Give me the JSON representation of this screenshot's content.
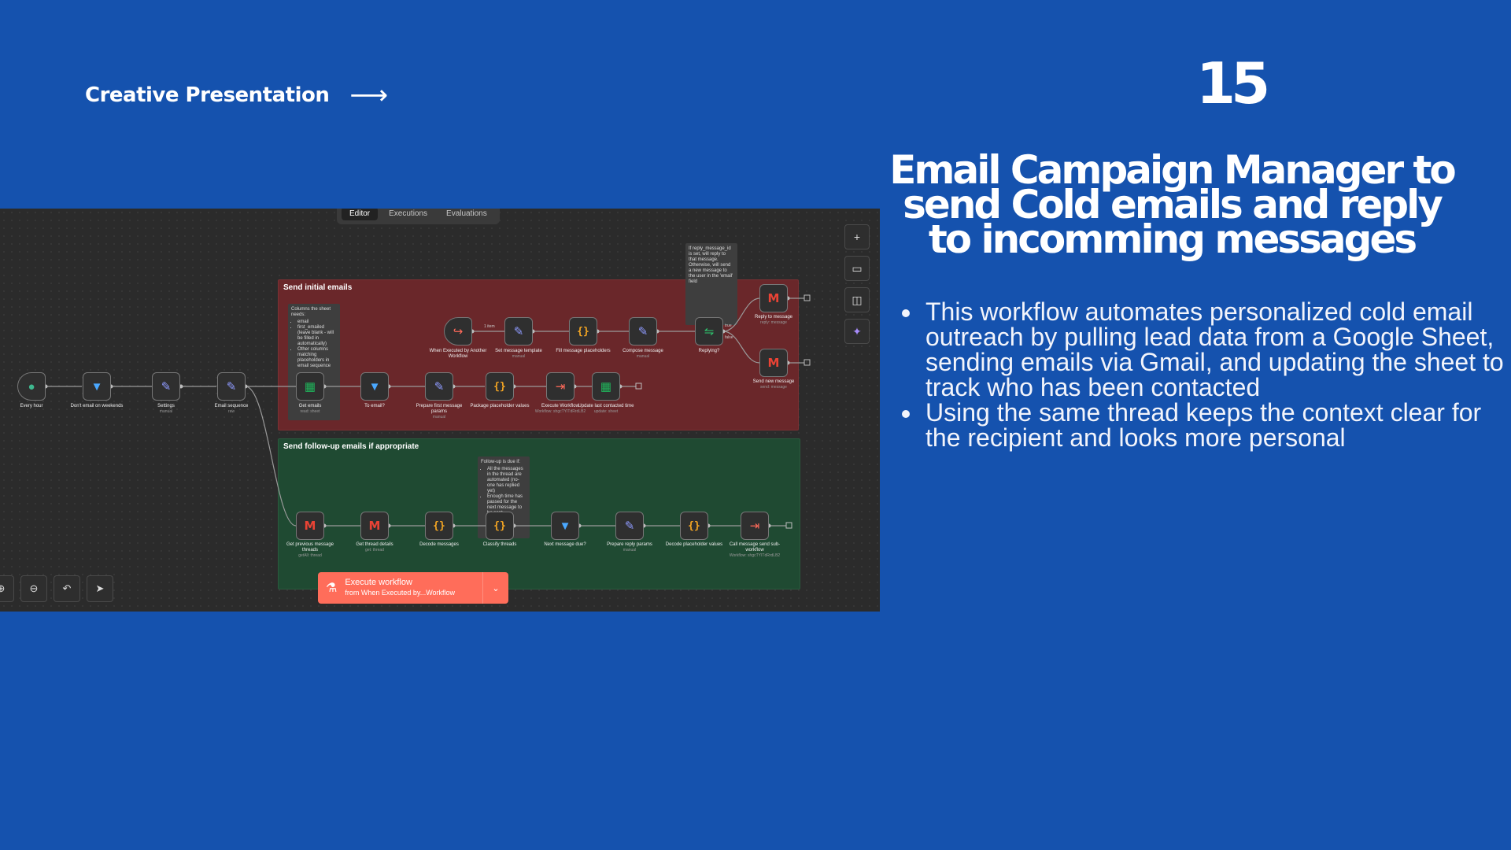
{
  "header": {
    "link_label": "Creative Presentation",
    "arrow": "⟶"
  },
  "page_number": "15",
  "title": "Email Campaign Manager to send Cold emails and reply to incomming messages",
  "bullets": [
    "This workflow automates personalized cold email outreach by pulling lead data from a Google Sheet, sending emails via Gmail, and updating the sheet to track who has been contacted",
    "Using the same thread keeps the context clear for the recipient and looks more personal"
  ],
  "editor": {
    "tabs": [
      "Editor",
      "Executions",
      "Evaluations"
    ],
    "active_tab": "Editor",
    "right_tools": [
      "plus-icon",
      "sticky-note-icon",
      "panel-icon",
      "ai-sparkle-icon"
    ],
    "bottom_tools": [
      "zoom-in-icon",
      "zoom-out-icon",
      "undo-icon",
      "cursor-icon"
    ],
    "groups": {
      "initial": "Send initial emails",
      "followup": "Send follow-up emails if appropriate"
    },
    "notes": {
      "columns": {
        "intro": "Columns the sheet needs:",
        "items": [
          "email",
          "first_emailed (leave blank - will be filled in automatically)",
          "Other columns matching placeholders in email sequence"
        ]
      },
      "reply": "If reply_message_id is set, will reply to that message. Otherwise, will send a new message to the user in the 'email' field",
      "followup": {
        "intro": "Follow-up is due if:",
        "items": [
          "All the messages in the thread are automated (no-one has replied yet)",
          "Enough time has passed for the next message to be sent"
        ]
      }
    },
    "nodes": {
      "every_hour": {
        "label": "Every hour",
        "sub": ""
      },
      "weekends": {
        "label": "Don't email on weekends",
        "sub": ""
      },
      "settings": {
        "label": "Settings",
        "sub": "manual"
      },
      "sequence": {
        "label": "Email sequence",
        "sub": "raw"
      },
      "get_emails": {
        "label": "Get emails",
        "sub": "read: sheet"
      },
      "to_email": {
        "label": "To email?",
        "sub": ""
      },
      "prepare_first": {
        "label": "Prepare first message params",
        "sub": "manual"
      },
      "package_placeholder": {
        "label": "Package placeholder values",
        "sub": ""
      },
      "execute_workflow": {
        "label": "Execute Workflow",
        "sub": "Workflow: shgcTYITdRrdLB2"
      },
      "update_contacted": {
        "label": "Update last contacted time",
        "sub": "update: sheet"
      },
      "when_executed": {
        "label": "When Executed by Another Workflow",
        "sub": ""
      },
      "set_template": {
        "label": "Set message template",
        "sub": "manual"
      },
      "fill_placeholders": {
        "label": "Fill message placeholders",
        "sub": ""
      },
      "compose": {
        "label": "Compose message",
        "sub": "manual"
      },
      "replying": {
        "label": "Replying?",
        "sub": ""
      },
      "reply_message": {
        "label": "Reply to message",
        "sub": "reply: message"
      },
      "send_new": {
        "label": "Send new message",
        "sub": "send: message"
      },
      "get_previous": {
        "label": "Get previous message threads",
        "sub": "getAll: thread"
      },
      "get_thread": {
        "label": "Get thread details",
        "sub": "get: thread"
      },
      "decode_messages": {
        "label": "Decode messages",
        "sub": ""
      },
      "classify": {
        "label": "Classify threads",
        "sub": ""
      },
      "next_due": {
        "label": "Next message due?",
        "sub": ""
      },
      "prepare_reply": {
        "label": "Prepare reply params",
        "sub": "manual"
      },
      "decode_placeholder": {
        "label": "Decode placeholder values",
        "sub": ""
      },
      "call_send": {
        "label": "Call message send sub-workflow",
        "sub": "Workflow: shgcTYITdRrdLB2"
      }
    },
    "wire_labels": {
      "item": "1 item",
      "true": "true",
      "false": "false"
    },
    "execute_button": {
      "label": "Execute workflow",
      "sub": "from When Executed by...Workflow"
    }
  }
}
